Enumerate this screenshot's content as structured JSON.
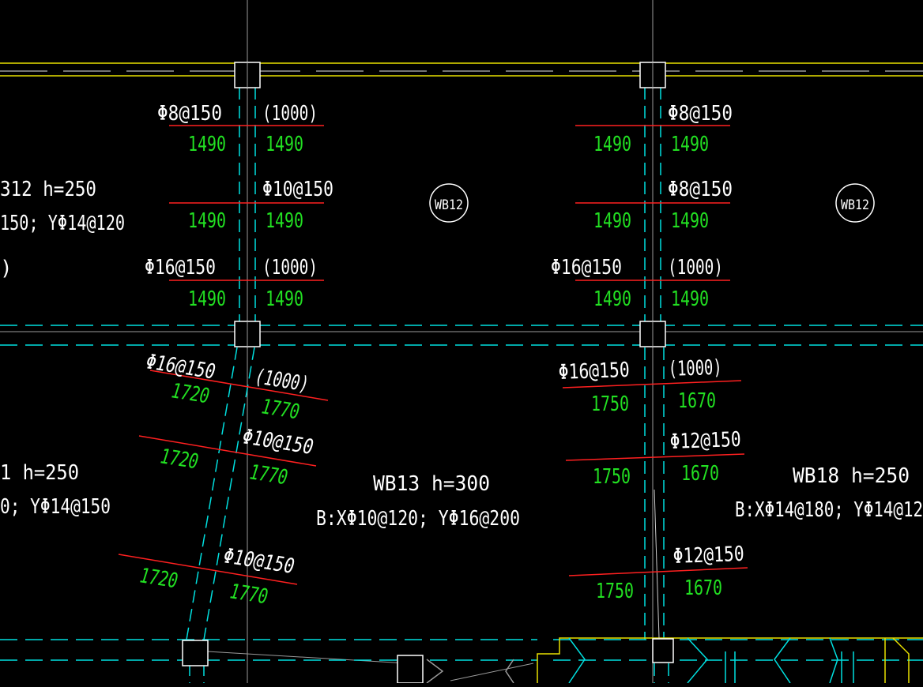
{
  "colors": {
    "background": "#000000",
    "beam_yellow": "#e8e000",
    "beam_cyan": "#00e0e0",
    "rebar_red": "#ff2020",
    "text_white": "#ffffff",
    "text_green": "#22e022",
    "line_gray": "#9a9a9a"
  },
  "slabs": {
    "left_top_line1": "312   h=250",
    "left_top_line2": "150; YΦ14@120",
    "left_top_line3": ")",
    "left_bottom_line1": "1   h=250",
    "left_bottom_line2": "0; YΦ14@150",
    "center_title": "WB13   h=300",
    "center_rebar": "B:XΦ10@120; YΦ16@200",
    "right_title": "WB18   h=250",
    "right_rebar": "B:XΦ14@180; YΦ14@12"
  },
  "tags": {
    "tag_left": "WB12",
    "tag_right": "WB12"
  },
  "rebars": {
    "c1_r1_spec": "Φ8@150",
    "c1_r1_ext": "(1000)",
    "c1_r1_left": "1490",
    "c1_r1_right": "1490",
    "c1_r2_spec": "Φ10@150",
    "c1_r2_left": "1490",
    "c1_r2_right": "1490",
    "c1_r3_spec": "Φ16@150",
    "c1_r3_ext": "(1000)",
    "c1_r3_left": "1490",
    "c1_r3_right": "1490",
    "c2_r1_spec": "Φ8@150",
    "c2_r1_left": "1490",
    "c2_r1_right": "1490",
    "c2_r2_spec": "Φ8@150",
    "c2_r2_left": "1490",
    "c2_r2_right": "1490",
    "c2_r3_spec": "Φ16@150",
    "c2_r3_ext": "(1000)",
    "c2_r3_left": "1490",
    "c2_r3_right": "1490",
    "s1_r1_spec": "Φ16@150",
    "s1_r1_ext": "(1000)",
    "s1_r1_left": "1720",
    "s1_r1_right": "1770",
    "s1_r2_spec": "Φ10@150",
    "s1_r2_left": "1720",
    "s1_r2_right": "1770",
    "s1_r3_spec": "Φ10@150",
    "s1_r3_left": "1720",
    "s1_r3_right": "1770",
    "c3_r1_spec": "Φ16@150",
    "c3_r1_ext": "(1000)",
    "c3_r1_left": "1750",
    "c3_r1_right": "1670",
    "c3_r2_spec": "Φ12@150",
    "c3_r2_left": "1750",
    "c3_r2_right": "1670",
    "c3_r3_spec": "Φ12@150",
    "c3_r3_left": "1750",
    "c3_r3_right": "1670"
  }
}
